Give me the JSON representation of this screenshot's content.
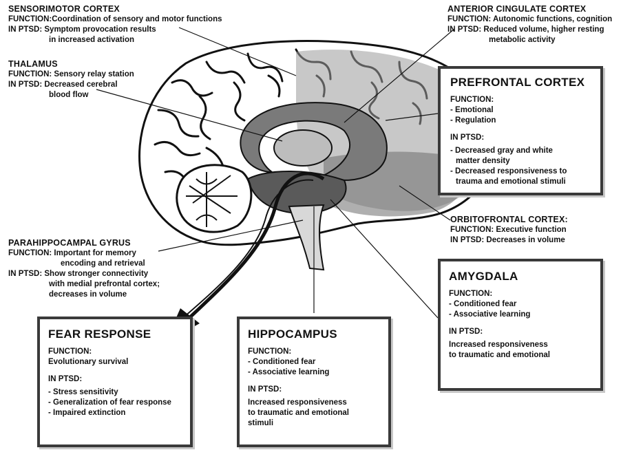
{
  "sensorimotor": {
    "name": "SENSORIMOTOR CORTEX",
    "function": "FUNCTION:Coordination of sensory and motor functions",
    "ptsd_1": "IN PTSD: Symptom provocation results",
    "ptsd_2": "in increased activation"
  },
  "thalamus": {
    "name": "THALAMUS",
    "function": "FUNCTION: Sensory relay station",
    "ptsd_1": "IN PTSD: Decreased cerebral",
    "ptsd_2": "blood flow"
  },
  "acc": {
    "name": "ANTERIOR CINGULATE CORTEX",
    "function": "FUNCTION: Autonomic functions, cognition",
    "ptsd_1": "IN PTSD: Reduced volume, higher resting",
    "ptsd_2": "metabolic activity"
  },
  "prefrontal": {
    "title": "PREFRONTAL CORTEX",
    "function_label": "FUNCTION:",
    "function_items": [
      "- Emotional",
      "- Regulation"
    ],
    "ptsd_label": "IN PTSD:",
    "ptsd_items": [
      "- Decreased gray and white",
      "matter density",
      "- Decreased responsiveness to",
      "trauma and emotional stimuli"
    ]
  },
  "orbitofrontal": {
    "name": "ORBITOFRONTAL CORTEX:",
    "function": "FUNCTION: Executive function",
    "ptsd": "IN PTSD: Decreases in volume"
  },
  "parahippocampal": {
    "name": "PARAHIPPOCAMPAL GYRUS",
    "function_1": "FUNCTION: Important for memory",
    "function_2": "encoding and retrieval",
    "ptsd_1": "IN PTSD: Show stronger connectivity",
    "ptsd_2": "with medial prefrontal cortex;",
    "ptsd_3": "decreases in volume"
  },
  "amygdala": {
    "title": "AMYGDALA",
    "function_label": "FUNCTION:",
    "function_items": [
      "- Conditioned fear",
      "- Associative learning"
    ],
    "ptsd_label": "IN PTSD:",
    "ptsd_items": [
      "Increased responsiveness",
      "to traumatic and emotional"
    ]
  },
  "fear": {
    "title": "FEAR RESPONSE",
    "function_label": "FUNCTION:",
    "function_items": [
      "Evolutionary survival"
    ],
    "ptsd_label": "IN PTSD:",
    "ptsd_items": [
      "- Stress sensitivity",
      "- Generalization of fear response",
      "- Impaired extinction"
    ]
  },
  "hippocampus": {
    "title": "HIPPOCAMPUS",
    "function_label": "FUNCTION:",
    "function_items": [
      "- Conditioned fear",
      "- Associative learning"
    ],
    "ptsd_label": "IN PTSD:",
    "ptsd_items": [
      "Increased responsiveness",
      "to traumatic and emotional",
      "stimuli"
    ]
  }
}
